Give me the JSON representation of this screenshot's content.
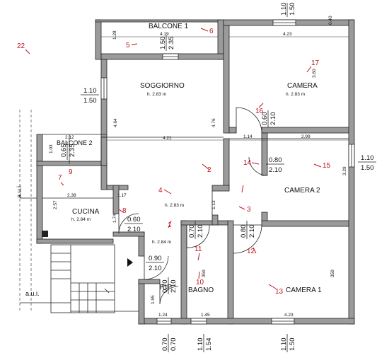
{
  "rooms": {
    "balcone1": "BALCONE 1",
    "soggiorno": "SOGGIORNO",
    "soggiorno_h": "h. 2.83 m",
    "camera": "CAMERA",
    "camera_h": "h. 2.83 m",
    "balcone2": "BALCONE 2",
    "cucina": "CUCINA",
    "cucina_h": "h. 2.84 m",
    "camera2": "CAMERA 2",
    "ingresso_h": "h. 2.83 m",
    "corridoio_h": "h. 2.84 m",
    "bagno": "BAGNO",
    "camera1": "CAMERA 1",
    "rip": "RIP.",
    "aui_top": "a.u.i.",
    "aui_bottom": "a.u.i."
  },
  "dimensions": {
    "balc1_width": "4.19",
    "balc1_depth": "1.28",
    "top_window_w": "1.10",
    "top_window_h": "1.50",
    "camera_top_width": "4.23",
    "camera_top_right": "0.40",
    "win_bal1_w": "1.50",
    "win_bal1_h": "2.35",
    "left_window_w": "1.10",
    "left_window_h": "1.50",
    "camera_depth": "3.60",
    "soggiorno_left": "4.64",
    "soggiorno_right": "4.76",
    "door_camera_w": "0.60",
    "door_camera_h": "2.10",
    "balc2_width": "2.12",
    "soggiorno_width": "4.21",
    "dim_114": "1.14",
    "dim_299": "2.99",
    "balc2_depth": "1.03",
    "door_bal2_w": "0.65",
    "door_bal2_h": "2.35",
    "door_cam2_w": "0.80",
    "door_cam2_h": "2.10",
    "right_window_w": "1.10",
    "right_window_h": "1.50",
    "cam2_depth": "3.29",
    "cucina_width": "2.38",
    "dim_117": "1.17",
    "cucina_depth": "2.57",
    "dim_174": "1.74",
    "door_cucina_w": "0.60",
    "door_cucina_h": "2.10",
    "dim_113": "1.13",
    "door_bagno_w": "0.70",
    "door_bagno_h": "2.10",
    "door_cam1_w": "0.80",
    "door_cam1_h": "2.10",
    "entry_w": "0.90",
    "entry_h": "2.10",
    "rip_door_w": "0.70",
    "rip_door_h": "2.10",
    "bagno_depth": "359",
    "cam1_depth": "359",
    "rip_depth": "1.55",
    "rip_width": "1.24",
    "bagno_width": "1.45",
    "cam1_width": "4.23",
    "bot_win1_w": "0.70",
    "bot_win1_h": "0.70",
    "bot_win2_w": "1.10",
    "bot_win2_h": "1.54",
    "bot_win3_w": "1.10",
    "bot_win3_h": "1.50"
  },
  "markers": [
    "1",
    "2",
    "3",
    "4",
    "5",
    "6",
    "7",
    "8",
    "9",
    "10",
    "11",
    "12",
    "13",
    "14",
    "15",
    "16",
    "17",
    "22"
  ],
  "colors": {
    "wall": "#9b9b9b",
    "marker": "#c0121b",
    "line": "#222222"
  }
}
